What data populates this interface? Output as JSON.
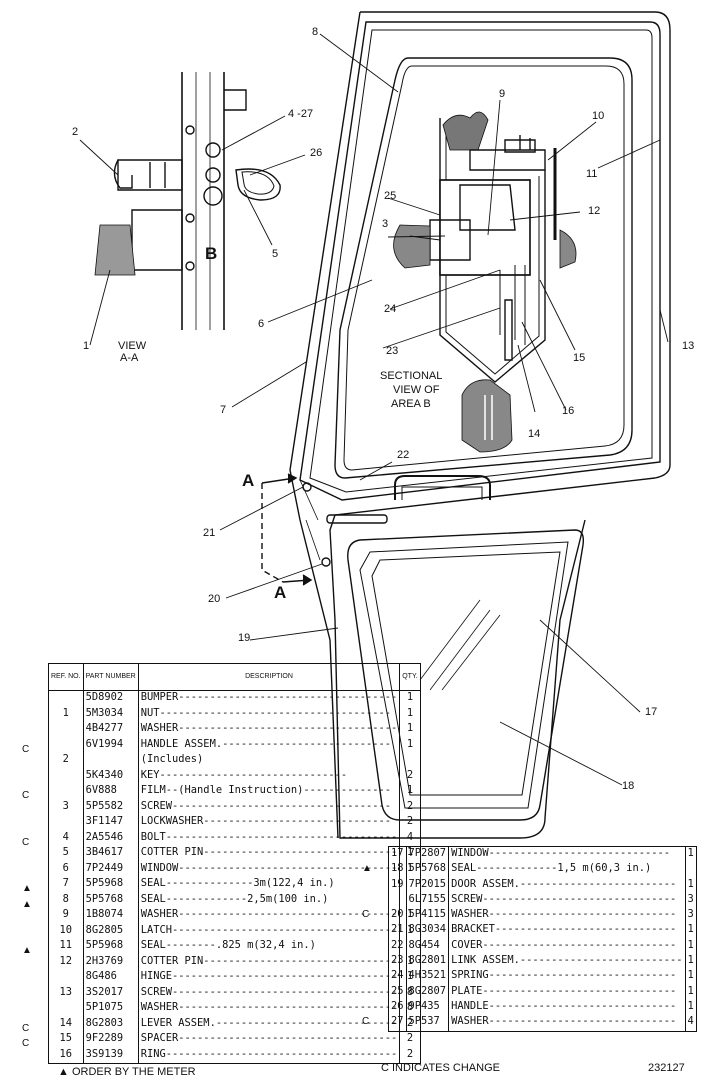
{
  "callouts": [
    "1",
    "2",
    "3",
    "4 -27",
    "5",
    "6",
    "7",
    "8",
    "9",
    "10",
    "11",
    "12",
    "13",
    "14",
    "15",
    "16",
    "17",
    "18",
    "19",
    "20",
    "21",
    "22",
    "23",
    "24",
    "25",
    "26"
  ],
  "view_aa": {
    "line1": "VIEW",
    "line2": "A-A",
    "letter_b": "B"
  },
  "section_a_letter": "A",
  "sectional": {
    "line1": "SECTIONAL",
    "line2": "VIEW OF",
    "line3": "AREA  B"
  },
  "table1": {
    "headers": {
      "ref": "REF. NO.",
      "part": "PART NUMBER",
      "desc": "DESCRIPTION",
      "qty": "QTY."
    },
    "rows": [
      {
        "flag": "",
        "ref": "",
        "part": "5D8902",
        "desc": "BUMPER-----------------------------------",
        "qty": "1"
      },
      {
        "flag": "",
        "ref": "1",
        "part": "5M3034",
        "desc": "NUT-------------------------------------",
        "qty": "1"
      },
      {
        "flag": "",
        "ref": "",
        "part": "4B4277",
        "desc": "WASHER-----------------------------------",
        "qty": "1"
      },
      {
        "flag": "C",
        "ref": "",
        "part": "6V1994",
        "desc": "HANDLE ASSEM.---------------------------",
        "qty": "1"
      },
      {
        "flag": "",
        "ref": "2",
        "part": "",
        "desc": "      (Includes)",
        "qty": ""
      },
      {
        "flag": "",
        "ref": "",
        "part": "5K4340",
        "desc": "      KEY------------------------------",
        "qty": "2"
      },
      {
        "flag": "C",
        "ref": "",
        "part": "6V888",
        "desc": "FILM--(Handle Instruction)--------------",
        "qty": "1"
      },
      {
        "flag": "",
        "ref": "3",
        "part": "5P5582",
        "desc": "SCREW-----------------------------------",
        "qty": "2"
      },
      {
        "flag": "",
        "ref": "",
        "part": "3F1147",
        "desc": "LOCKWASHER------------------------------",
        "qty": "2"
      },
      {
        "flag": "C",
        "ref": "4",
        "part": "2A5546",
        "desc": "BOLT-------------------------------------",
        "qty": "4"
      },
      {
        "flag": "",
        "ref": "5",
        "part": "3B4617",
        "desc": "COTTER PIN-------------------------------",
        "qty": "1"
      },
      {
        "flag": "",
        "ref": "6",
        "part": "7P2449",
        "desc": "WINDOW-----------------------------------",
        "qty": "1"
      },
      {
        "flag": "▲",
        "ref": "7",
        "part": "5P5968",
        "desc": "SEAL--------------3m(122,4 in.)",
        "qty": ""
      },
      {
        "flag": "▲",
        "ref": "8",
        "part": "5P5768",
        "desc": "SEAL-------------2,5m(100 in.)",
        "qty": ""
      },
      {
        "flag": "",
        "ref": "9",
        "part": "1B8074",
        "desc": "WASHER-----------------------------------",
        "qty": "1"
      },
      {
        "flag": "",
        "ref": "10",
        "part": "8G2805",
        "desc": "LATCH------------------------------------",
        "qty": "1"
      },
      {
        "flag": "▲",
        "ref": "11",
        "part": "5P5968",
        "desc": "SEAL--------.825 m(32,4 in.)",
        "qty": ""
      },
      {
        "flag": "",
        "ref": "12",
        "part": "2H3769",
        "desc": "COTTER PIN-------------------------------",
        "qty": "1"
      },
      {
        "flag": "",
        "ref": "",
        "part": "8G486",
        "desc": "HINGE------------------------------------",
        "qty": "1"
      },
      {
        "flag": "",
        "ref": "13",
        "part": "3S2017",
        "desc": "SCREW------------------------------------",
        "qty": "8"
      },
      {
        "flag": "",
        "ref": "",
        "part": "5P1075",
        "desc": "WASHER-----------------------------------",
        "qty": "8"
      },
      {
        "flag": "C",
        "ref": "14",
        "part": "8G2803",
        "desc": "LEVER ASSEM.-----------------------------",
        "qty": "2"
      },
      {
        "flag": "C",
        "ref": "15",
        "part": "9F2289",
        "desc": "SPACER-----------------------------------",
        "qty": "2"
      },
      {
        "flag": "",
        "ref": "16",
        "part": "3S9139",
        "desc": "RING-------------------------------------",
        "qty": "2"
      }
    ]
  },
  "table2": {
    "rows": [
      {
        "flag": "",
        "ref": "17",
        "part": "7P2807",
        "desc": "WINDOW-----------------------------",
        "qty": "1"
      },
      {
        "flag": "▲",
        "ref": "18",
        "part": "5P5768",
        "desc": "SEAL-------------1,5 m(60,3 in.)",
        "qty": ""
      },
      {
        "flag": "",
        "ref": "19",
        "part": "7P2015",
        "desc": "DOOR ASSEM.-------------------------",
        "qty": "1"
      },
      {
        "flag": "",
        "ref": "",
        "part": "6L7155",
        "desc": "SCREW-------------------------------",
        "qty": "3"
      },
      {
        "flag": "C",
        "ref": "20",
        "part": "5P4115",
        "desc": "WASHER------------------------------",
        "qty": "3"
      },
      {
        "flag": "",
        "ref": "21",
        "part": "8G3034",
        "desc": "BRACKET-----------------------------",
        "qty": "1"
      },
      {
        "flag": "",
        "ref": "22",
        "part": "8G454",
        "desc": "COVER-------------------------------",
        "qty": "1"
      },
      {
        "flag": "",
        "ref": "23",
        "part": "8G2801",
        "desc": "LINK ASSEM.--------------------------",
        "qty": "1"
      },
      {
        "flag": "",
        "ref": "24",
        "part": "4H3521",
        "desc": "SPRING------------------------------",
        "qty": "1"
      },
      {
        "flag": "",
        "ref": "25",
        "part": "8G2807",
        "desc": "PLATE-------------------------------",
        "qty": "1"
      },
      {
        "flag": "",
        "ref": "26",
        "part": "9P435",
        "desc": "HANDLE------------------------------",
        "qty": "1"
      },
      {
        "flag": "C",
        "ref": "27",
        "part": "5P537",
        "desc": "WASHER------------------------------",
        "qty": "4"
      }
    ]
  },
  "footer": {
    "left": "▲ ORDER BY THE METER",
    "middle": "C  INDICATES CHANGE",
    "right": "232127"
  }
}
